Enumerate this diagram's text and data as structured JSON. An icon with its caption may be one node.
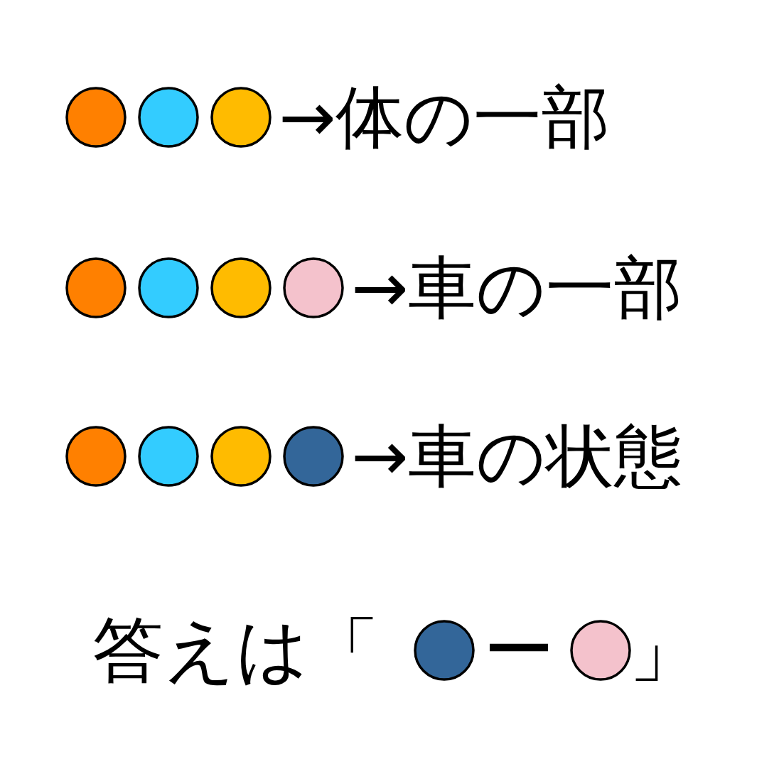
{
  "diagram": {
    "labels": [
      "→体の一部",
      "→車の一部",
      "→車の状態",
      "答えは「",
      "ー",
      "」"
    ]
  }
}
